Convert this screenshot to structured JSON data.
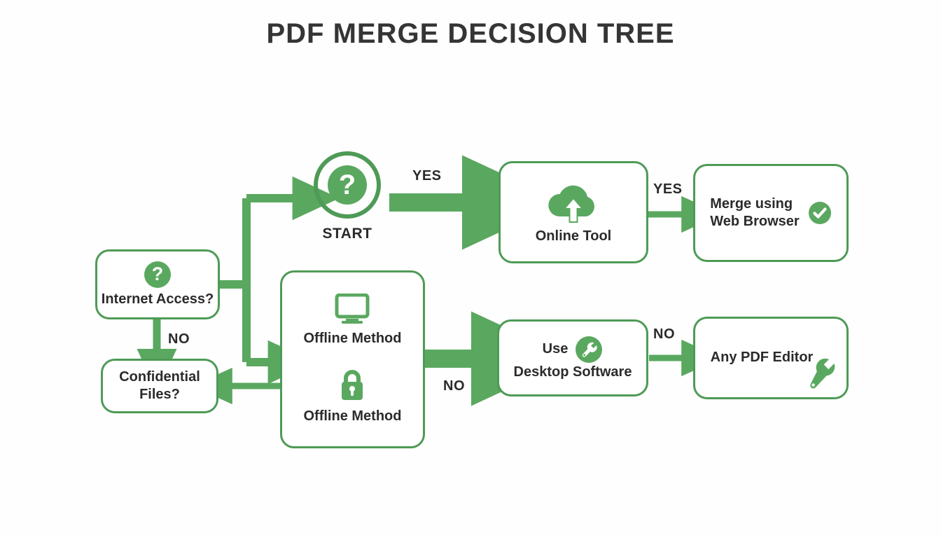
{
  "page": {
    "title": "PDF MERGE DECISION TREE",
    "background_color": "#fefefe",
    "accent_color": "#4e9a56",
    "accent_fill_color": "#5aa85f",
    "text_color": "#2b2b2b"
  },
  "chart_data": {
    "type": "diagram",
    "diagram_type": "decision-tree-flowchart",
    "title": "PDF MERGE DECISION TREE"
  },
  "nodes": {
    "internet_access": {
      "label": "Internet Access?",
      "icon": "question-circle-icon"
    },
    "start": {
      "label": "START",
      "icon": "question-circle-icon"
    },
    "confidential_files": {
      "line1": "Confidential",
      "line2": "Files?"
    },
    "offline_method": {
      "label_top": "Offline Method",
      "label_bottom": "Offline Method",
      "icon_top": "desktop-monitor-icon",
      "icon_bottom": "padlock-icon"
    },
    "online_tool": {
      "label": "Online Tool",
      "icon": "cloud-upload-icon"
    },
    "merge_web_browser": {
      "line1": "Merge using",
      "line2": "Web Browser",
      "icon": "check-circle-icon"
    },
    "use_desktop_software": {
      "line1": "Use",
      "line2": "Desktop Software",
      "icon": "wrench-circle-icon"
    },
    "any_pdf_editor": {
      "label": "Any PDF Editor",
      "icon": "wrench-icon"
    }
  },
  "edges": {
    "start_to_online": "YES",
    "online_to_merge": "YES",
    "internet_to_confidential": "NO",
    "offline_to_desktop": "NO",
    "desktop_to_editor": "NO"
  }
}
